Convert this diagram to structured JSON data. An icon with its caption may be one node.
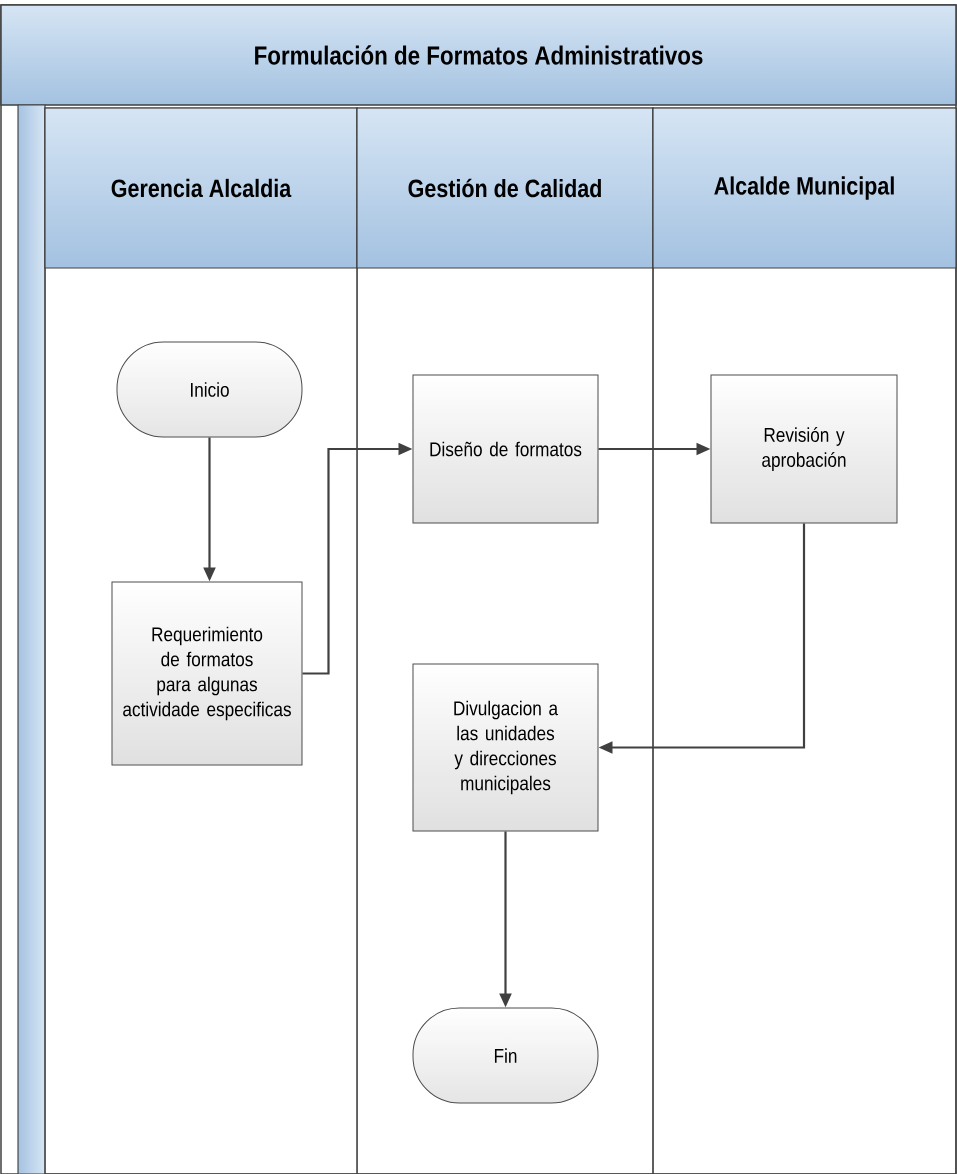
{
  "diagram": {
    "nodes": [
      {
        "text": [
          "Formulación de Formatos Administrativos"
        ]
      },
      {
        "text": [
          "Gerencia Alcaldia"
        ],
        "in": 0
      },
      {
        "text": [
          "Gestión de Calidad"
        ],
        "in": 0
      },
      {
        "text": [
          "Alcalde Municipal"
        ],
        "in": 0
      },
      {
        "text": [
          "Inicio"
        ],
        "in": 1
      },
      {
        "text": [
          "Requerimiento de formatos para algunas actividade especificas"
        ],
        "in": 1
      },
      {
        "text": [
          "Diseño de formatos"
        ],
        "in": 2
      },
      {
        "text": [
          "Revisión y aprobación"
        ],
        "in": 3
      },
      {
        "text": [
          "Divulgacion a las unidades y direcciones municipales"
        ],
        "in": 2
      },
      {
        "text": [
          "Fin"
        ],
        "in": 2
      }
    ],
    "edges": [
      {
        "from": 4,
        "to": 5,
        "arrow": "to"
      },
      {
        "from": 5,
        "to": 6,
        "arrow": "to"
      },
      {
        "from": 6,
        "to": 7,
        "arrow": "to"
      },
      {
        "from": 7,
        "to": 8,
        "arrow": "to"
      },
      {
        "from": 8,
        "to": 9,
        "arrow": "to"
      }
    ]
  }
}
